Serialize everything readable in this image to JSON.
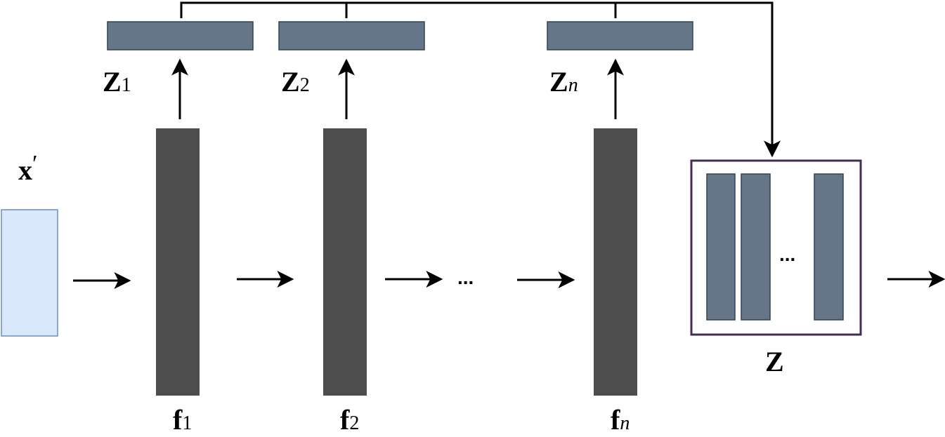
{
  "input": {
    "label": "x",
    "prime": "′",
    "fill": "#dae8fc",
    "stroke": "#6c8ebf"
  },
  "layers": [
    {
      "name": "f",
      "sub": "1",
      "sub_italic": false
    },
    {
      "name": "f",
      "sub": "2",
      "sub_italic": false
    },
    {
      "name": "f",
      "sub": "n",
      "sub_italic": true
    }
  ],
  "embeddings": [
    {
      "name": "Z",
      "sub": "1",
      "sub_italic": false
    },
    {
      "name": "Z",
      "sub": "2",
      "sub_italic": false
    },
    {
      "name": "Z",
      "sub": "n",
      "sub_italic": true
    }
  ],
  "ellipsis": "...",
  "concat": {
    "label": "Z",
    "ellipsis": "...",
    "border": "#432d57"
  },
  "colors": {
    "layer": "#4d4d4d",
    "embedding": "#647687",
    "embedding_border": "#314354",
    "arrow": "#000000"
  }
}
